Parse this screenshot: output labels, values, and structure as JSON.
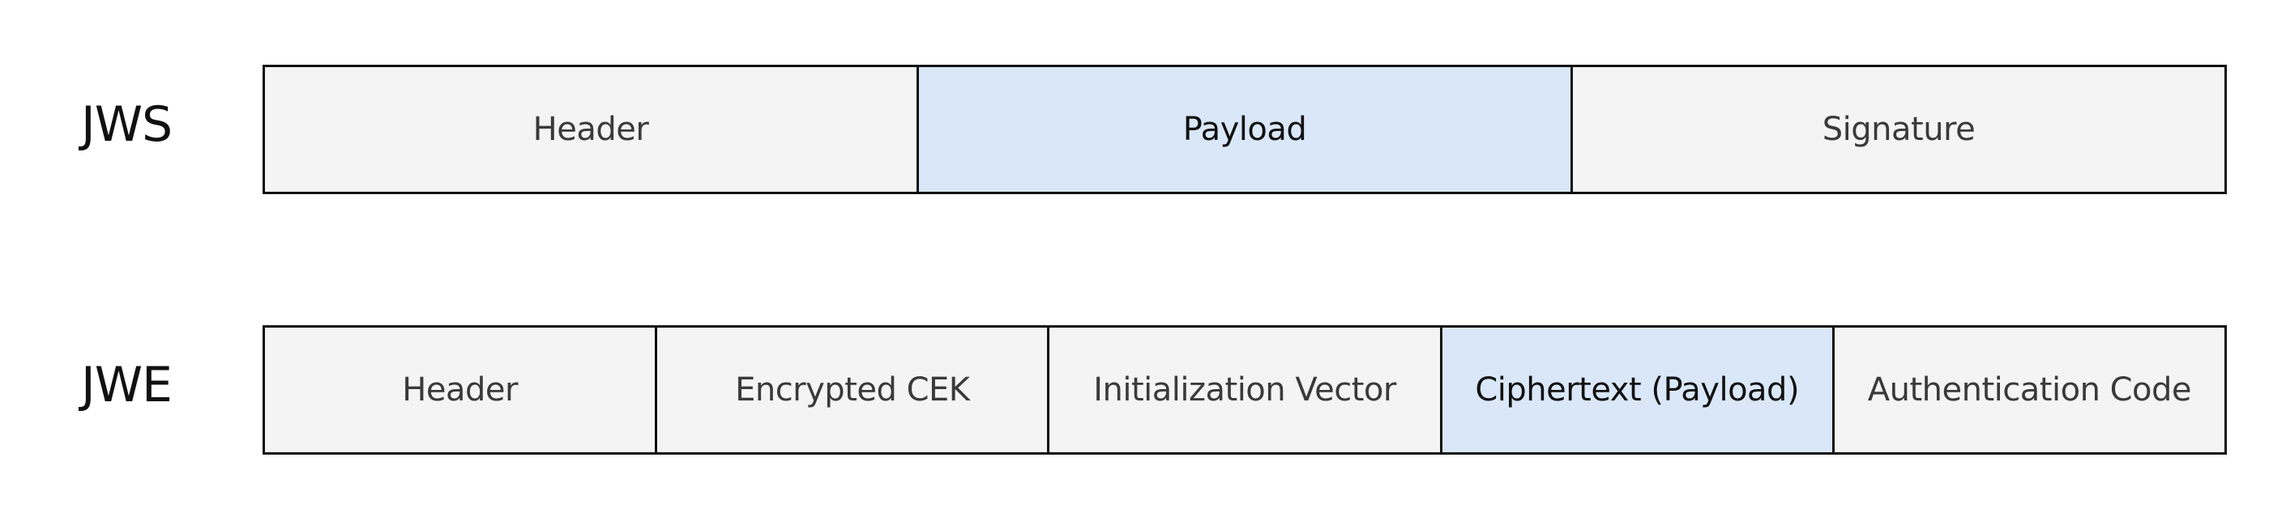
{
  "jws": {
    "label": "JWS",
    "segments": [
      {
        "label": "Header",
        "highlight": false
      },
      {
        "label": "Payload",
        "highlight": true
      },
      {
        "label": "Signature",
        "highlight": false
      }
    ]
  },
  "jwe": {
    "label": "JWE",
    "segments": [
      {
        "label": "Header",
        "highlight": false
      },
      {
        "label": "Encrypted CEK",
        "highlight": false
      },
      {
        "label": "Initialization Vector",
        "highlight": false
      },
      {
        "label": "Ciphertext (Payload)",
        "highlight": true
      },
      {
        "label": "Authentication Code",
        "highlight": false
      }
    ]
  },
  "colors": {
    "plain_fill": "#f4f4f4",
    "highlight_fill": "#d9e7f8",
    "border": "#111111"
  }
}
